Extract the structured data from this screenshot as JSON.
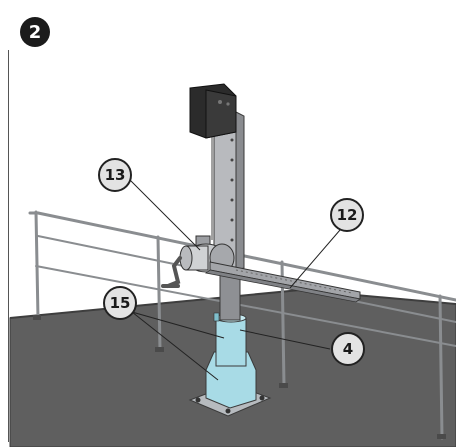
{
  "step_number": "2",
  "callouts": {
    "c13": "13",
    "c12": "12",
    "c15": "15",
    "c4": "4"
  },
  "colors": {
    "floor": "#5f5f5f",
    "floor_edge": "#3e3e3e",
    "base": "#a8dbe6",
    "mast": "#8e9094",
    "head": "#2b2b2b",
    "railing": "#8a8d90"
  }
}
